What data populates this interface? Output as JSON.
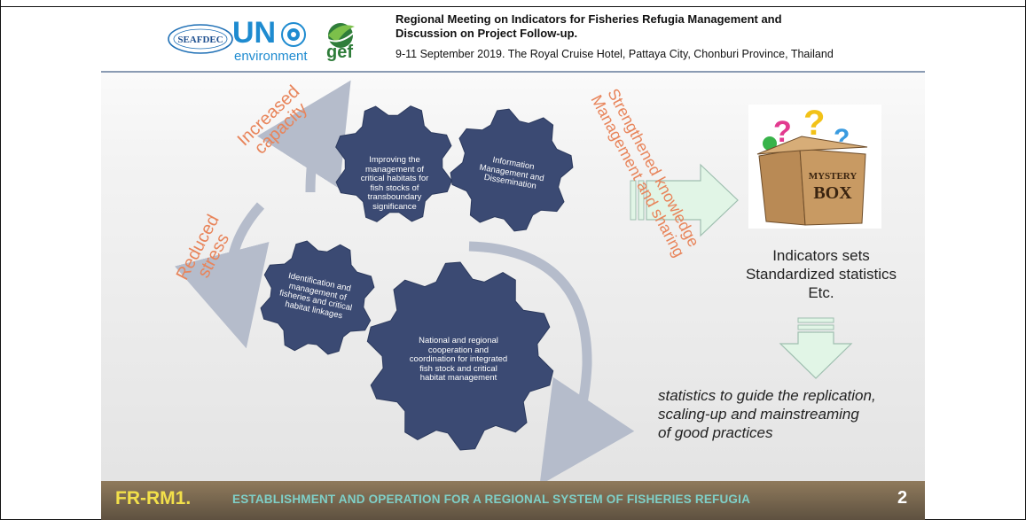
{
  "header": {
    "logos": {
      "seafdec": "SEAFDEC",
      "un": "UN",
      "environment": "environment",
      "gef": "gef"
    },
    "title_line1": "Regional Meeting on Indicators for Fisheries Refugia Management and",
    "title_line2": "Discussion on Project Follow-up.",
    "subtitle": "9-11 September 2019.  The Royal Cruise Hotel, Pattaya City, Chonburi Province, Thailand"
  },
  "gears": [
    {
      "label": "Improving the management of critical habitats for fish stocks of transboundary significance"
    },
    {
      "label": "Information Management and Dissemination"
    },
    {
      "label": "Identification and management of fisheries and critical habitat linkages"
    },
    {
      "label": "National and regional cooperation and coordination for integrated fish stock and critical habitat management"
    }
  ],
  "cycle_labels": {
    "increased_capacity": [
      "Increased",
      "capacity"
    ],
    "reduced_stress": [
      "Reduced",
      "stress"
    ],
    "knowledge": [
      "Strengthened knowledge",
      "Management and sharing"
    ]
  },
  "image": {
    "box_text_1": "MYSTERY",
    "box_text_2": "BOX"
  },
  "indicators": [
    "Indicators sets",
    "Standardized statistics",
    "Etc."
  ],
  "statistics_text": [
    "statistics to guide the replication,",
    "scaling-up and mainstreaming",
    "of good practices"
  ],
  "footer": {
    "code": "FR-RM1.",
    "title": "ESTABLISHMENT AND OPERATION FOR A REGIONAL SYSTEM OF FISHERIES REFUGIA",
    "page": "2"
  },
  "colors": {
    "gear": "#3b4a73",
    "accent_orange": "#e8845a",
    "arrow_fill": "#e1f5e6",
    "arrow_stroke": "#9fbfb0",
    "footer_code": "#f3e04a",
    "footer_title": "#7fd0c8"
  }
}
